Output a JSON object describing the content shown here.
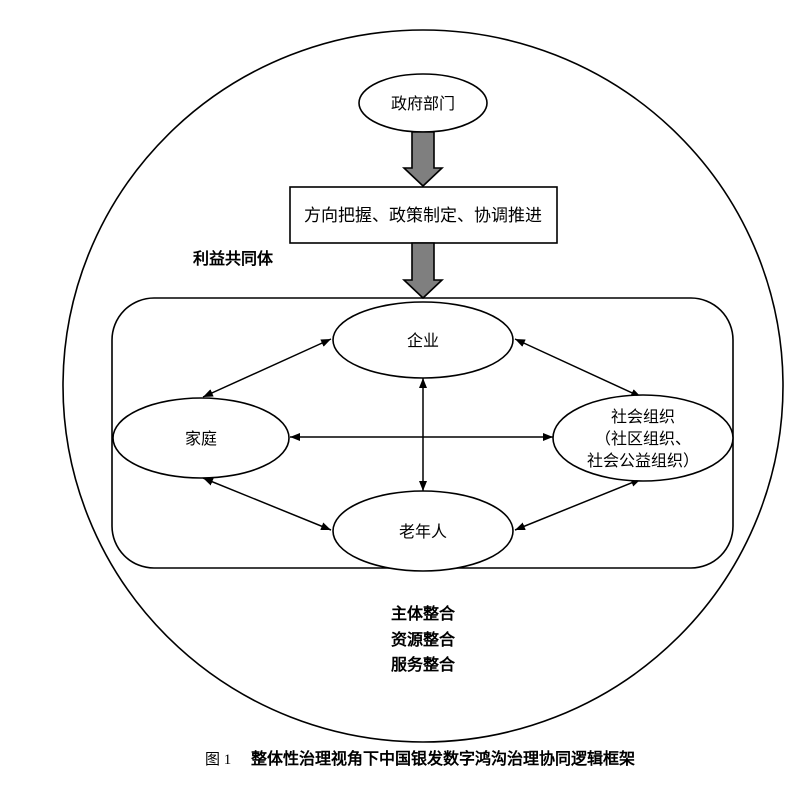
{
  "diagram": {
    "government": "政府部门",
    "guidance": "方向把握、政策制定、协调推进",
    "community_label": "利益共同体",
    "nodes": {
      "enterprise": "企业",
      "family": "家庭",
      "social_org": [
        "社会组织",
        "（社区组织、",
        "社会公益组织）"
      ],
      "elderly": "老年人"
    },
    "integration": [
      "主体整合",
      "资源整合",
      "服务整合"
    ]
  },
  "caption": {
    "number": "图 1",
    "title": "整体性治理视角下中国银发数字鸿沟治理协同逻辑框架"
  },
  "colors": {
    "line": "#000000",
    "arrow_fill": "#7f7f7f",
    "text": "#000000",
    "background": "#ffffff"
  }
}
